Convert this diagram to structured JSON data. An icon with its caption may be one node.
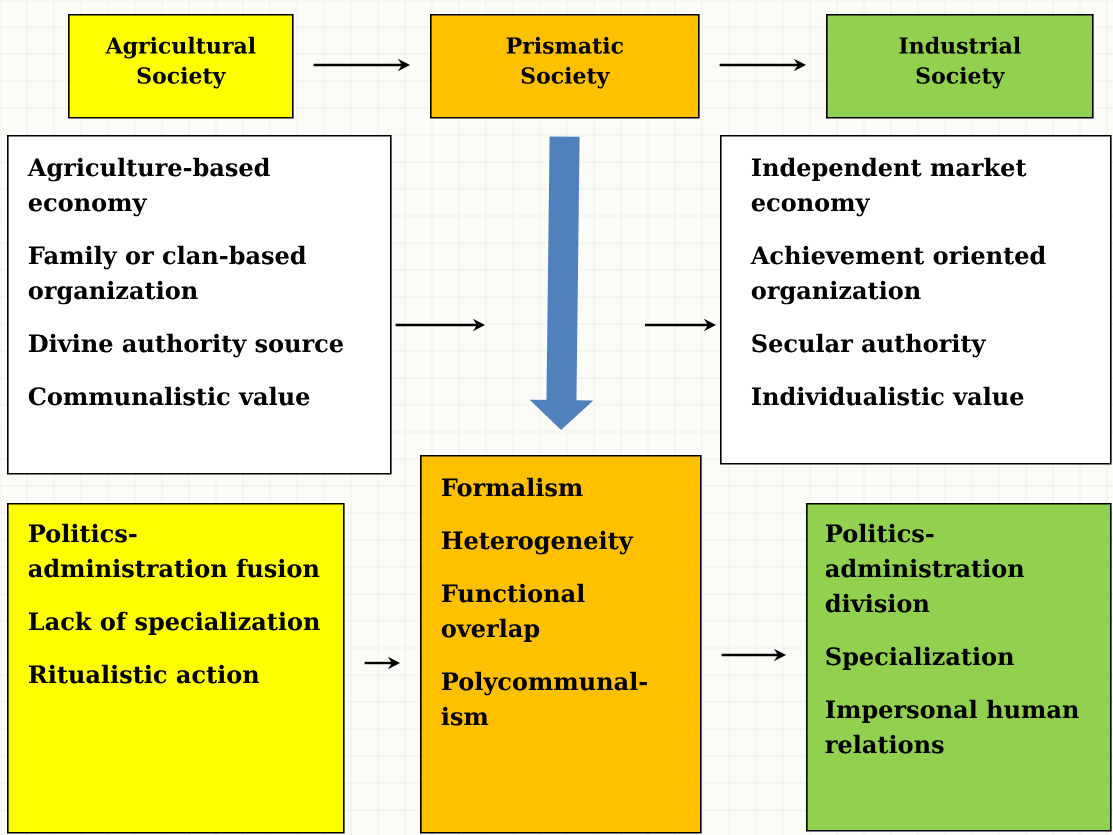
{
  "diagram": {
    "nodes": [
      {
        "text": [
          "Agricultural Society"
        ]
      },
      {
        "text": [
          "Prismatic Society"
        ]
      },
      {
        "text": [
          "Industrial Society"
        ]
      },
      {
        "text": [
          "Agriculture-based economy",
          "Family or clan-based organization",
          "Divine authority source",
          "Communalistic value"
        ]
      },
      {
        "text": [
          "Independent market economy",
          "Achievement oriented organization",
          "Secular authority",
          "Individualistic value"
        ]
      },
      {
        "text": [
          "Politics-administration fusion",
          "Lack of specialization",
          "Ritualistic action"
        ]
      },
      {
        "text": [
          "Formalism",
          "Heterogeneity",
          "Functional overlap",
          "Polycommunal-ism"
        ]
      },
      {
        "text": [
          "Politics-administration division",
          "Specialization",
          "Impersonal human relations"
        ]
      }
    ],
    "edges": [
      {
        "from": 0,
        "to": 1,
        "arrow": "to"
      },
      {
        "from": 1,
        "to": 2,
        "arrow": "to"
      },
      {
        "from": 3,
        "to": null,
        "arrow": "to"
      },
      {
        "from": null,
        "to": 4,
        "arrow": "to"
      },
      {
        "from": 1,
        "to": 6,
        "arrow": "to",
        "style": "thick",
        "color": "#4f81bd"
      },
      {
        "from": 5,
        "to": 6,
        "arrow": "to"
      },
      {
        "from": 6,
        "to": 7,
        "arrow": "to"
      }
    ]
  }
}
